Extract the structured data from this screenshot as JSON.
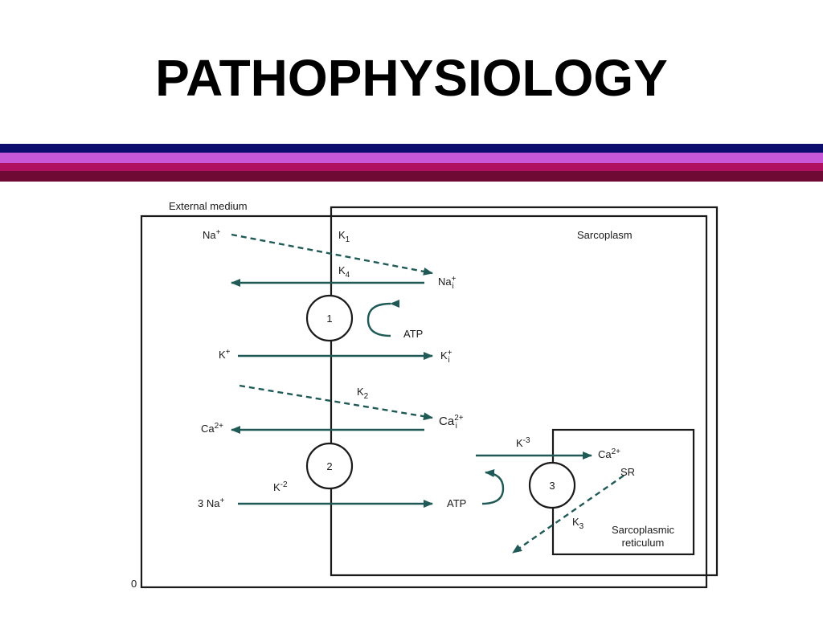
{
  "slide": {
    "title": "PATHOPHYSIOLOGY",
    "bands": [
      "#0d0d6e",
      "#c858d8",
      "#b01060",
      "#6e0a34"
    ]
  },
  "diagram": {
    "ink": "#1a1a1a",
    "arrow_color": "#1f5a57",
    "region_labels": {
      "external": "External medium",
      "sarcoplasm": "Sarcoplasm",
      "reticulum_line1": "Sarcoplasmic",
      "reticulum_line2": "reticulum",
      "sr": "SR",
      "origin": "0"
    },
    "pumps": {
      "p1": "1",
      "p2": "2",
      "p3": "3"
    },
    "species": {
      "na_out": "Na",
      "na_out_sup": "+",
      "na_in": "Na",
      "na_in_sup": "+",
      "na_in_sub": "i",
      "k_out": "K",
      "k_out_sup": "+",
      "k_in": "K",
      "k_in_sup": "+",
      "k_in_sub": "i",
      "ca_out": "Ca",
      "ca_out_sup": "2+",
      "ca_in": "Ca",
      "ca_in_sup": "2+",
      "ca_in_sub": "i",
      "na3": "3 Na",
      "na3_sup": "+",
      "atp1": "ATP",
      "atp2": "ATP",
      "ca_sr": "Ca",
      "ca_sr_sup": "2+"
    },
    "rates": {
      "k1": "K",
      "k1_sub": "1",
      "k4": "K",
      "k4_sub": "4",
      "k2": "K",
      "k2_sub": "2",
      "km2": "K",
      "km2_sup": "-2",
      "km3": "K",
      "km3_sup": "-3",
      "k3": "K",
      "k3_sub": "3"
    }
  }
}
